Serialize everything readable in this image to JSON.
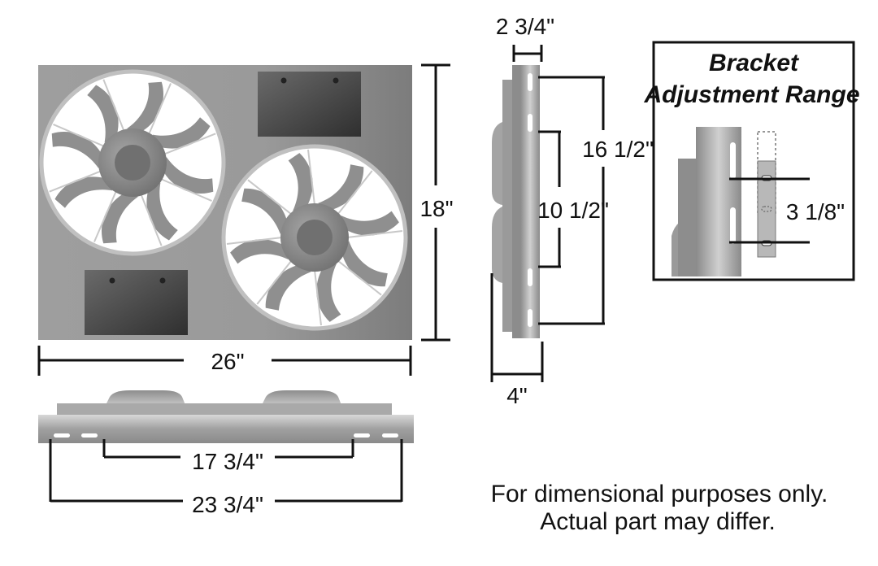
{
  "front_view": {
    "width_label": "26\"",
    "height_label": "18\""
  },
  "side_view": {
    "top_width_label": "2 3/4\"",
    "outer_height_label": "16 1/2\"",
    "inner_height_label": "10 1/2\"",
    "bottom_depth_label": "4\""
  },
  "bottom_view": {
    "inner_span_label": "17 3/4\"",
    "outer_span_label": "23 3/4\""
  },
  "bracket_inset": {
    "title_line1": "Bracket",
    "title_line2": "Adjustment Range",
    "range_label": "3 1/8\""
  },
  "disclaimer": {
    "line1": "For dimensional purposes only.",
    "line2": "Actual part may differ."
  },
  "colors": {
    "line": "#111111",
    "panel_light": "#b4b4b4",
    "panel_dark": "#7a7a7a",
    "plate_dark": "#3c3c3c",
    "blade": "#8f8f8f"
  }
}
